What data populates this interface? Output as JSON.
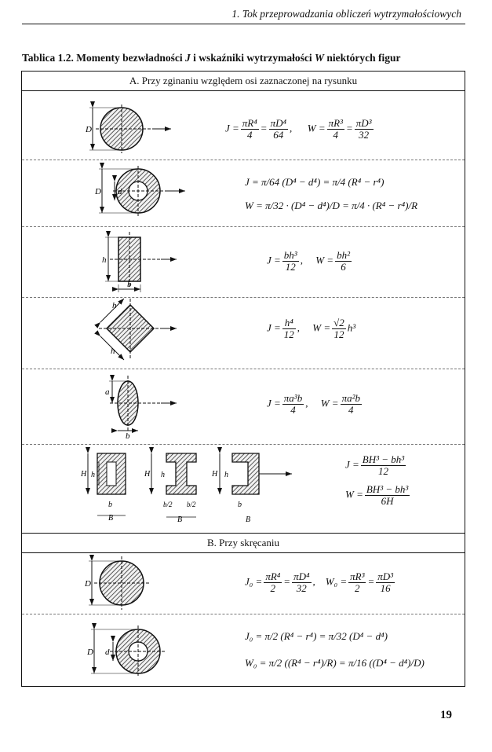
{
  "header": {
    "running_title": "1. Tok przeprowadzania obliczeń wytrzymałościowych"
  },
  "table": {
    "caption_pre": "Tablica 1.2. Momenty bezwładności ",
    "caption_J": "J",
    "caption_mid": " i wskaźniki wytrzymałości ",
    "caption_W": "W",
    "caption_post": " niektórych figur",
    "section_a": "A. Przy zginaniu względem osi zaznaczonej na rysunku",
    "section_b": "B. Przy skręcaniu"
  },
  "rows": {
    "circle": {
      "fig_D": "D",
      "J": "J =",
      "J1n": "πR⁴",
      "J1d": "4",
      "eq": "=",
      "J2n": "πD⁴",
      "J2d": "64",
      "W": "W =",
      "W1n": "πR³",
      "W1d": "4",
      "W2n": "πD³",
      "W2d": "32"
    },
    "ring": {
      "fig_D": "D",
      "fig_d": "d",
      "J_line": "J = π/64 (D⁴ − d⁴) = π/4 (R⁴ − r⁴)",
      "W_line": "W = π/32 · (D⁴ − d⁴)/D = π/4 · (R⁴ − r⁴)/R"
    },
    "rect": {
      "fig_h": "h",
      "fig_b": "b",
      "J": "J =",
      "Jn": "bh³",
      "Jd": "12",
      "W": "W =",
      "Wn": "bh²",
      "Wd": "6"
    },
    "diamond": {
      "fig_h": "h",
      "J": "J =",
      "Jn": "h⁴",
      "Jd": "12",
      "W": "W =",
      "Wn": "√2",
      "Wd": "12",
      "Wpost": "h³"
    },
    "ellipse": {
      "fig_a": "a",
      "fig_b": "b",
      "J": "J =",
      "Jn": "πa³b",
      "Jd": "4",
      "W": "W =",
      "Wn": "πa²b",
      "Wd": "4"
    },
    "hollow": {
      "fig_H": "H",
      "fig_h": "h",
      "fig_b": "b",
      "fig_B": "B",
      "fig_b2": "b/2",
      "J": "J =",
      "Jn": "BH³ − bh³",
      "Jd": "12",
      "W": "W =",
      "Wn": "BH³ − bh³",
      "Wd": "6H"
    },
    "torsion_circle": {
      "fig_D": "D",
      "J": "J₀ =",
      "J1n": "πR⁴",
      "J1d": "2",
      "J2n": "πD⁴",
      "J2d": "32",
      "W": "W₀ =",
      "W1n": "πR³",
      "W1d": "2",
      "W2n": "πD³",
      "W2d": "16"
    },
    "torsion_ring": {
      "fig_D": "D",
      "fig_d": "d",
      "J_line": "J₀ = π/2 (R⁴ − r⁴) = π/32 (D⁴ − d⁴)",
      "W_line": "W₀ = π/2 ((R⁴ − r⁴)/R) = π/16 ((D⁴ − d⁴)/D)"
    }
  },
  "page": {
    "number": "19"
  }
}
